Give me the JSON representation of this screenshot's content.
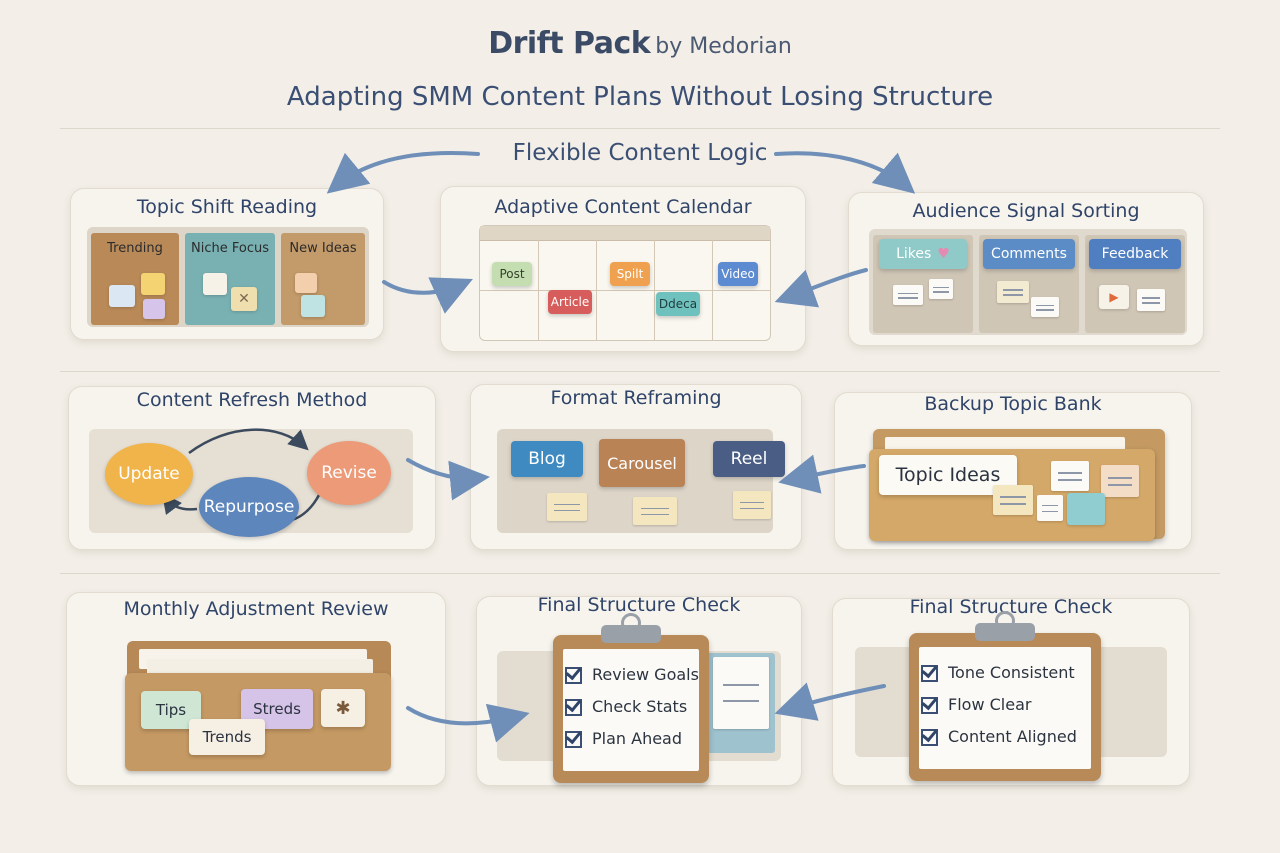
{
  "header": {
    "brand_name": "Drift Pack",
    "brand_by": "by Medorian",
    "subtitle": "Adapting SMM Content Plans Without Losing Structure",
    "logic_label": "Flexible Content Logic"
  },
  "panels": {
    "topic_shift": {
      "title": "Topic Shift Reading",
      "boards": [
        "Trending",
        "Niche Focus",
        "New Ideas"
      ]
    },
    "calendar": {
      "title": "Adaptive Content Calendar",
      "posts": [
        "Post",
        "Spilt",
        "Video",
        "Article",
        "Ddeca"
      ]
    },
    "audience": {
      "title": "Audience Signal Sorting",
      "cards": [
        "Likes",
        "Comments",
        "Feedback"
      ]
    },
    "refresh": {
      "title": "Content Refresh Method",
      "nodes": [
        "Update",
        "Revise",
        "Repurpose"
      ]
    },
    "format": {
      "title": "Format Reframing",
      "cards": [
        "Blog",
        "Carousel",
        "Reel"
      ]
    },
    "backup": {
      "title": "Backup Topic Bank",
      "label": "Topic Ideas"
    },
    "monthly": {
      "title": "Monthly Adjustment Review",
      "cards": [
        "Tips",
        "Streds",
        "Trends"
      ]
    },
    "final_left": {
      "title": "Final Structure Check",
      "items": [
        "Review Goals",
        "Check Stats",
        "Plan Ahead"
      ]
    },
    "final_right": {
      "title": "Final Structure Check",
      "items": [
        "Tone Consistent",
        "Flow Clear",
        "Content Aligned"
      ]
    }
  },
  "colors": {
    "navy": "#2f4468",
    "arrow": "#6f8fb8",
    "cork": "#b88a57",
    "teal": "#6fb0b3",
    "orange": "#e59a4f",
    "red": "#d85d5a",
    "blue": "#3d78b5"
  }
}
